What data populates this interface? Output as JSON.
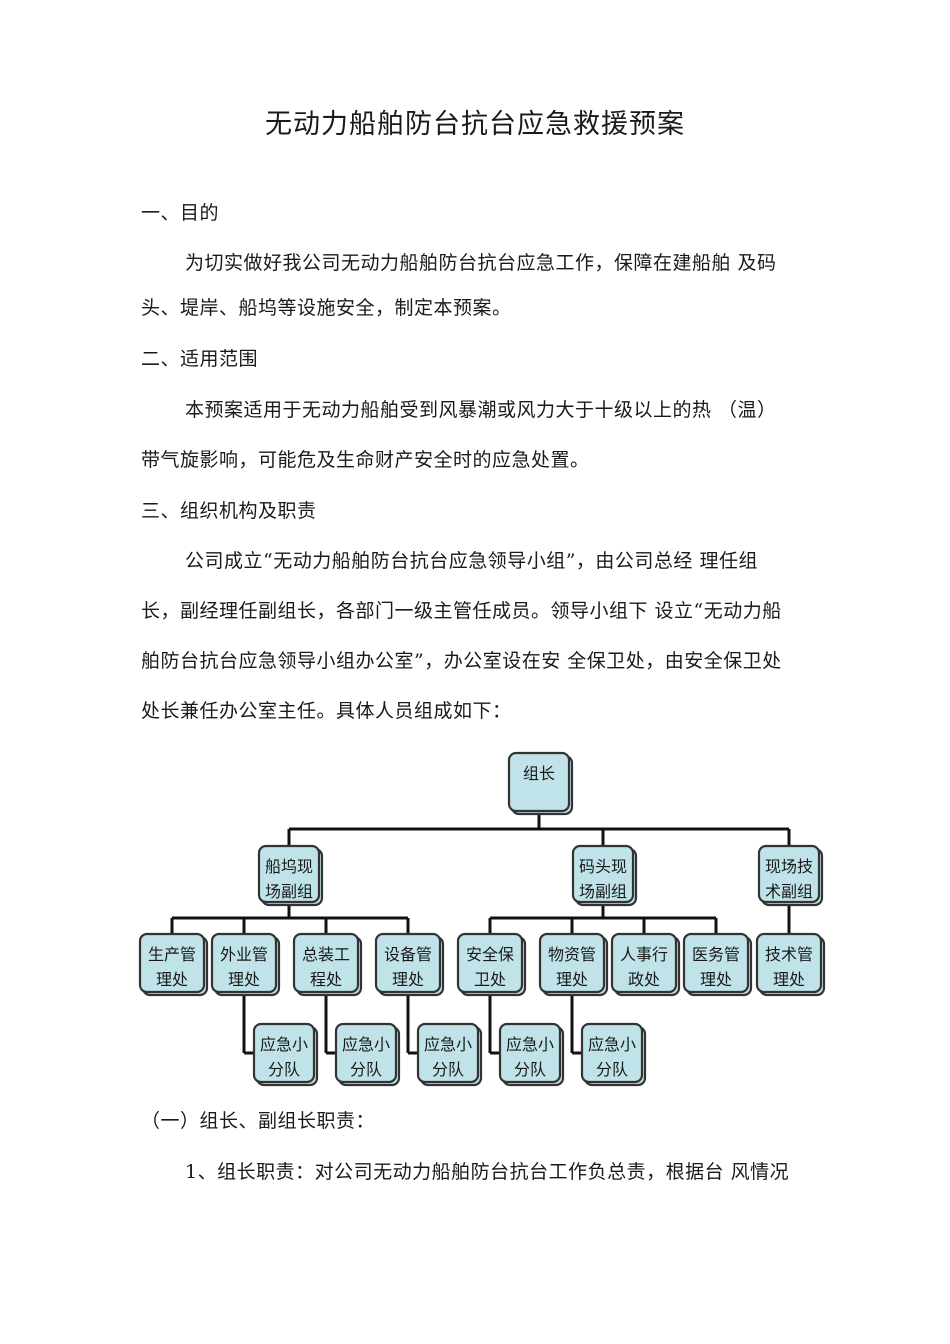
{
  "document": {
    "title": "无动力船舶防台抗台应急救援预案",
    "lines": [
      "一、目的",
      "为切实做好我公司无动力船舶防台抗台应急工作，保障在建船舶  及码",
      "头、堤岸、船坞等设施安全，制定本预案。",
      "二、适用范围",
      "本预案适用于无动力船舶受到风暴潮或风力大于十级以上的热  （温）",
      "带气旋影响，可能危及生命财产安全时的应急处置。",
      "三、组织机构及职责",
      "公司成立“无动力船舶防台抗台应急领导小组”，由公司总经  理任组",
      "长，副经理任副组长，各部门一级主管任成员。领导小组下  设立“无动力船",
      "舶防台抗台应急领导小组办公室”，办公室设在安  全保卫处，由安全保卫处",
      "处长兼任办公室主任。具体人员组成如下：",
      "（一）组长、副组长职责：",
      "1、组长职责：对公司无动力船舶防台抗台工作负总责，根据台  风情况"
    ]
  },
  "org_chart": {
    "root": {
      "line1": "组长",
      "line2": ""
    },
    "deputies": [
      {
        "line1": "船坞现",
        "line2": "场副组"
      },
      {
        "line1": "码头现",
        "line2": "场副组"
      },
      {
        "line1": "现场技",
        "line2": "术副组"
      }
    ],
    "departments": [
      {
        "line1": "生产管",
        "line2": "理处"
      },
      {
        "line1": "外业管",
        "line2": "理处"
      },
      {
        "line1": "总装工",
        "line2": "程处"
      },
      {
        "line1": "设备管",
        "line2": "理处"
      },
      {
        "line1": "安全保",
        "line2": "卫处"
      },
      {
        "line1": "物资管",
        "line2": "理处"
      },
      {
        "line1": "人事行",
        "line2": "政处"
      },
      {
        "line1": "医务管",
        "line2": "理处"
      },
      {
        "line1": "技术管",
        "line2": "理处"
      }
    ],
    "teams": [
      {
        "line1": "应急小",
        "line2": "分队"
      },
      {
        "line1": "应急小",
        "line2": "分队"
      },
      {
        "line1": "应急小",
        "line2": "分队"
      },
      {
        "line1": "应急小",
        "line2": "分队"
      },
      {
        "line1": "应急小",
        "line2": "分队"
      }
    ]
  }
}
